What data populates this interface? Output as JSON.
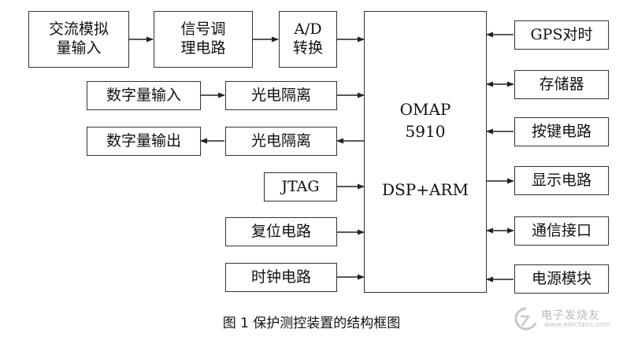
{
  "blocks": {
    "ac_analog_in": [
      "交流模拟",
      "量输入"
    ],
    "signal_cond": [
      "信号调",
      "理电路"
    ],
    "ad": [
      "A/D",
      "转换"
    ],
    "di": "数字量输入",
    "iso_in": "光电隔离",
    "do": "数字量输出",
    "iso_out": "光电隔离",
    "jtag": "JTAG",
    "reset": "复位电路",
    "clock": "时钟电路",
    "gps": "GPS对时",
    "storage": "存储器",
    "keys": "按键电路",
    "display": "显示电路",
    "comm": "通信接口",
    "power": "电源模块"
  },
  "processor": {
    "line1": "OMAP",
    "line2": "5910",
    "line3": "DSP+ARM"
  },
  "caption": "图 1 保护测控装置的结构框图",
  "watermark": {
    "text": "电子发烧友",
    "url": "www.elecfans.com"
  }
}
